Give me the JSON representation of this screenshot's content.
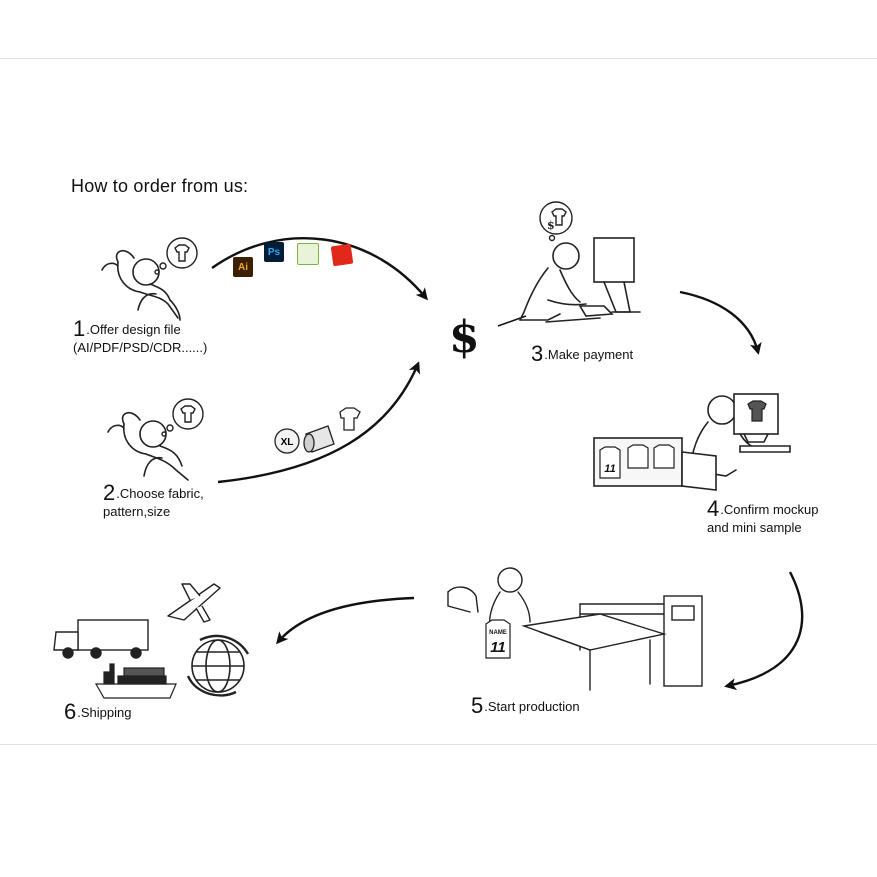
{
  "title": "How to order from us:",
  "steps": [
    {
      "num": "1",
      "label": ".Offer design file",
      "sub": "(AI/PDF/PSD/CDR......)"
    },
    {
      "num": "2",
      "label": ".Choose fabric,",
      "sub": "pattern,size"
    },
    {
      "num": "3",
      "label": ".Make payment"
    },
    {
      "num": "4",
      "label": ".Confirm mockup",
      "sub": "and mini sample"
    },
    {
      "num": "5",
      "label": ".Start production"
    },
    {
      "num": "6",
      "label": ".Shipping"
    }
  ],
  "file_badges": [
    {
      "text": "Ai",
      "color": "#f7a51c",
      "bg": "#3a1f00"
    },
    {
      "text": "Ps",
      "color": "#31a8ff",
      "bg": "#001e36"
    },
    {
      "text": "",
      "color": "#7ab648",
      "bg": "#e8f3d8"
    },
    {
      "text": "",
      "color": "#ffffff",
      "bg": "#e0281b"
    }
  ],
  "size_badge": "XL",
  "currency_symbol": "$",
  "jersey": {
    "name": "NAME",
    "number": "11"
  }
}
